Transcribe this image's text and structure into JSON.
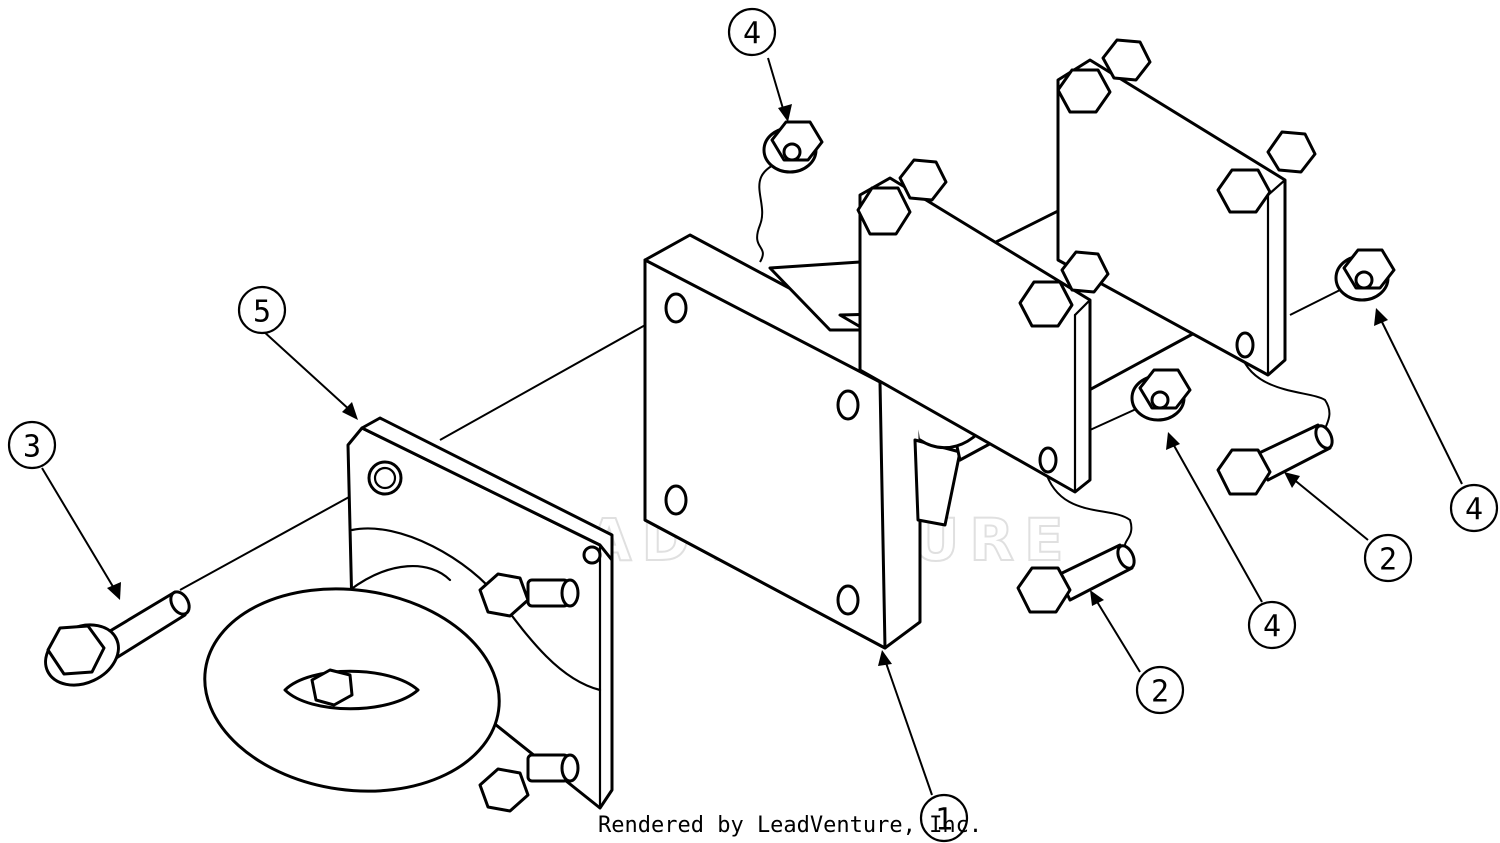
{
  "figure": {
    "callouts": [
      {
        "id": "1",
        "label": "1"
      },
      {
        "id": "2a",
        "label": "2"
      },
      {
        "id": "2b",
        "label": "2"
      },
      {
        "id": "3",
        "label": "3"
      },
      {
        "id": "4a",
        "label": "4"
      },
      {
        "id": "4b",
        "label": "4"
      },
      {
        "id": "4c",
        "label": "4"
      },
      {
        "id": "5",
        "label": "5"
      }
    ],
    "credit": "Rendered by LeadVenture, Inc.",
    "watermark": "LEADVENTURE"
  },
  "colors": {
    "line": "#000000",
    "background": "#ffffff",
    "watermark": "#c8c8c8"
  }
}
